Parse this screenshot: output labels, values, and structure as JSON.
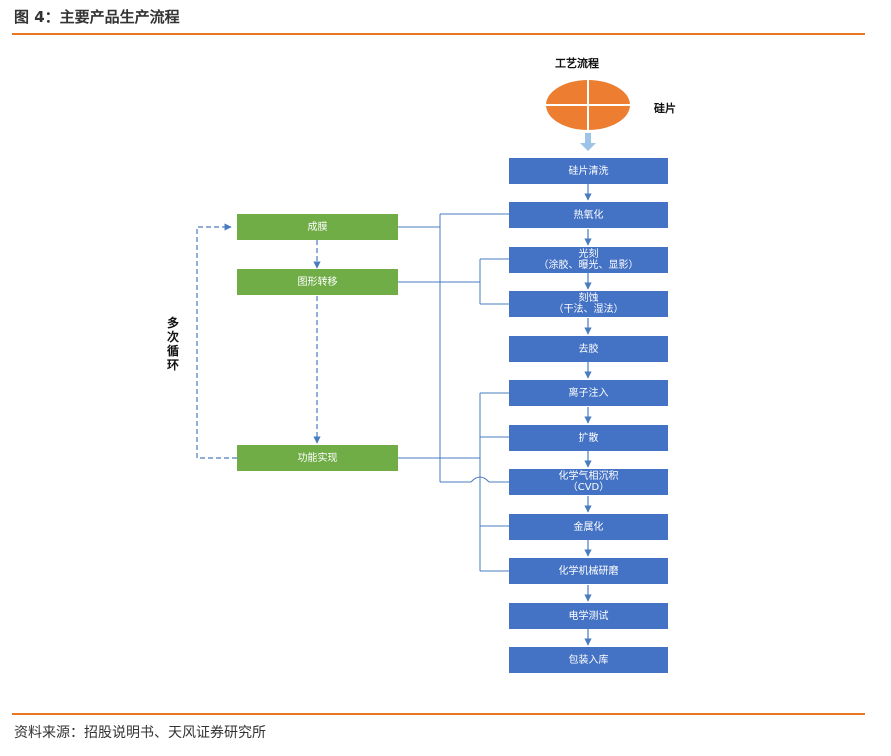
{
  "figure_title": "图 4：主要产品生产流程",
  "source": "资料来源：招股说明书、天风证券研究所",
  "process_label": "工艺流程",
  "wafer_label": "硅片",
  "loop_label": [
    "多",
    "次",
    "循",
    "环"
  ],
  "steps": [
    {
      "line1": "硅片清洗"
    },
    {
      "line1": "热氧化"
    },
    {
      "line1": "光刻",
      "line2": "（涂胶、曝光、显影）"
    },
    {
      "line1": "刻蚀",
      "line2": "（干法、湿法）"
    },
    {
      "line1": "去胶"
    },
    {
      "line1": "离子注入"
    },
    {
      "line1": "扩散"
    },
    {
      "line1": "化学气相沉积",
      "line2": "（CVD）"
    },
    {
      "line1": "金属化"
    },
    {
      "line1": "化学机械研磨"
    },
    {
      "line1": "电学测试"
    },
    {
      "line1": "包装入库"
    }
  ],
  "stages": [
    {
      "label": "成膜"
    },
    {
      "label": "图形转移"
    },
    {
      "label": "功能实现"
    }
  ],
  "colors": {
    "accent_rule": "#e87722",
    "wafer": "#ed7d31",
    "step_box": "#4472c4",
    "stage_box": "#70ad47",
    "connector": "#4a7cc0",
    "down_arrow": "#9dc3e6"
  }
}
